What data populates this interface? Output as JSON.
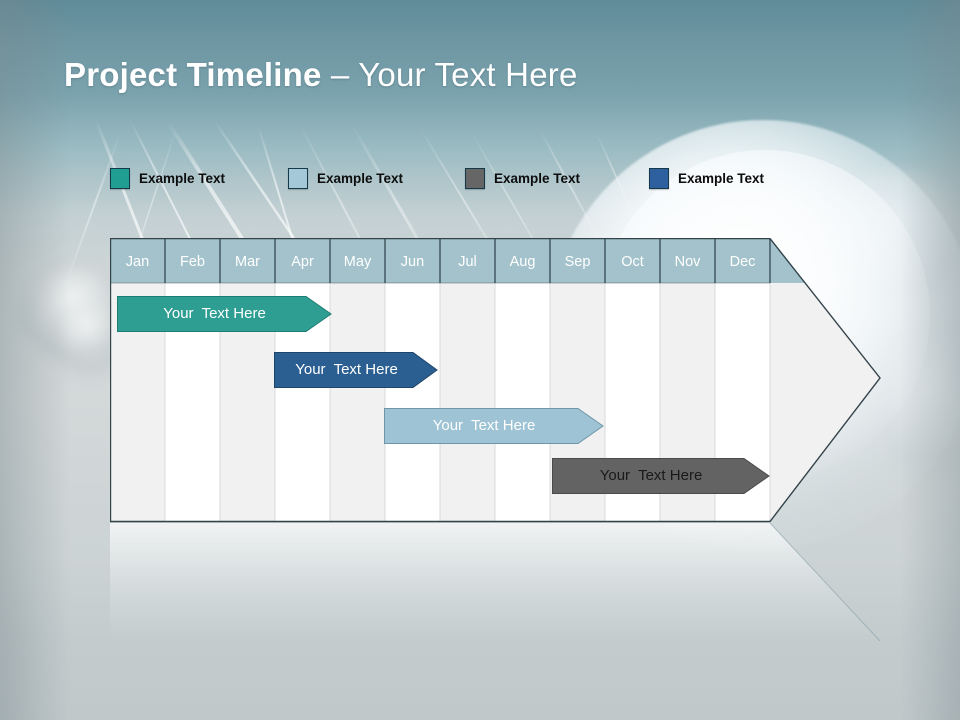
{
  "slide": {
    "title_strong": "Project Timeline",
    "title_light": " – Your Text Here",
    "background_top_color": "#5f8b99",
    "background_bottom_color": "#c0c8ca"
  },
  "legend": {
    "items": [
      {
        "label": "Example Text",
        "color": "#1f9e91",
        "x": 0,
        "icon": "legend-swatch-teal"
      },
      {
        "label": "Example Text",
        "color": "#a5c8d8",
        "x": 178,
        "icon": "legend-swatch-light-blue"
      },
      {
        "label": "Example Text",
        "color": "#666666",
        "x": 355,
        "icon": "legend-swatch-gray"
      },
      {
        "label": "Example Text",
        "color": "#2e5f9e",
        "x": 539,
        "icon": "legend-swatch-dark-blue"
      }
    ]
  },
  "chart_data": {
    "type": "bar",
    "title": "Project Timeline",
    "xlabel": "",
    "ylabel": "",
    "grid": true,
    "legend_position": "top",
    "categories": [
      "Jan",
      "Feb",
      "Mar",
      "Apr",
      "May",
      "Jun",
      "Jul",
      "Aug",
      "Sep",
      "Oct",
      "Nov",
      "Dec"
    ],
    "header_color": "#a3c2cb",
    "band_colors": [
      "#f0f0f0",
      "#ffffff"
    ],
    "series": [
      {
        "name": "Example Text",
        "label": "Your  Text Here",
        "color": "#2e9e93",
        "text_color": "#ffffff",
        "start_month": "Jan",
        "end_month": "Apr",
        "start": 0.13,
        "end": 3.85,
        "row": 0
      },
      {
        "name": "Example Text",
        "label": "Your  Text Here",
        "color": "#2c5f91",
        "text_color": "#ffffff",
        "start_month": "Apr",
        "end_month": "Jun",
        "start": 2.95,
        "end": 5.9,
        "row": 1
      },
      {
        "name": "Example Text",
        "label": "Your  Text Here",
        "color": "#9dc3d4",
        "text_color": "#ffffff",
        "start_month": "Jun",
        "end_month": "Sep",
        "start": 5.0,
        "end": 8.9,
        "row": 2
      },
      {
        "name": "Example Text",
        "label": "Your  Text Here",
        "color": "#636363",
        "text_color": "#1a1a1a",
        "start_month": "Sep",
        "end_month": "Dec",
        "start": 8.05,
        "end": 11.9,
        "row": 3
      }
    ]
  },
  "months": {
    "m0": "Jan",
    "m1": "Feb",
    "m2": "Mar",
    "m3": "Apr",
    "m4": "May",
    "m5": "Jun",
    "m6": "Jul",
    "m7": "Aug",
    "m8": "Sep",
    "m9": "Oct",
    "m10": "Nov",
    "m11": "Dec"
  },
  "bars": {
    "b0": "Your  Text Here",
    "b1": "Your  Text Here",
    "b2": "Your  Text Here",
    "b3": "Your  Text Here"
  }
}
